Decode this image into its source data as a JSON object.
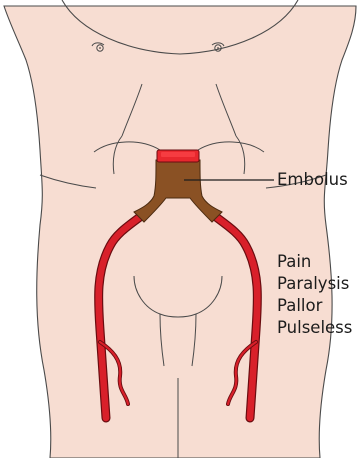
{
  "labels": {
    "embolus": "Embolus"
  },
  "symptoms": [
    "Pain",
    "Paralysis",
    "Pallor",
    "Pulseless"
  ],
  "colors": {
    "skin": "#f7ddd2",
    "outline": "#4a4a4a",
    "artery": "#d8202a",
    "artery_outline": "#6a0c10",
    "embolus": "#8a5124",
    "embolus_cap": "#e8282e"
  }
}
